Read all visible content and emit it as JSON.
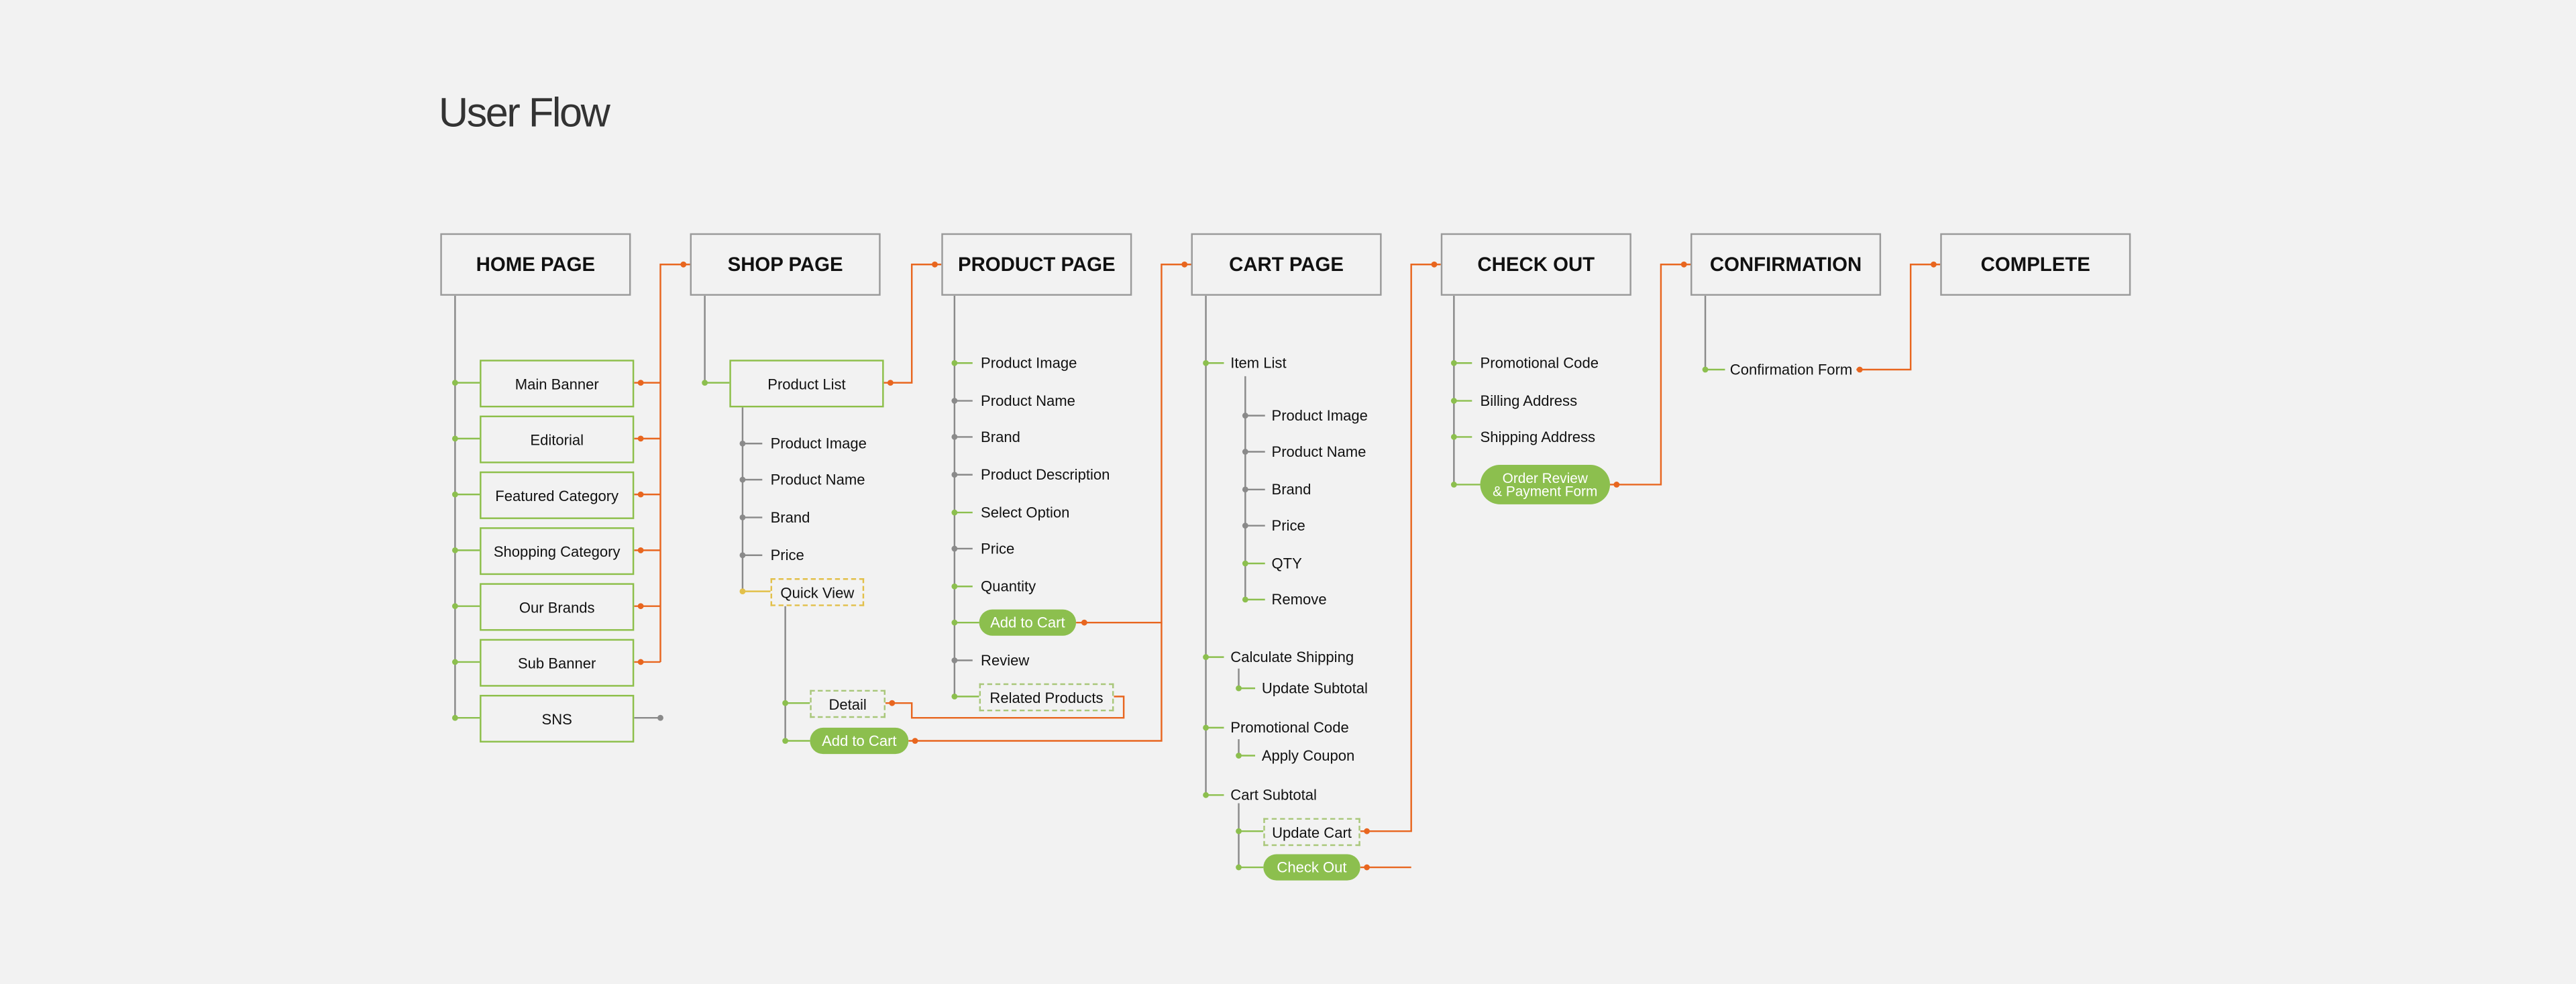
{
  "title": "User Flow",
  "pages": {
    "home": "HOME PAGE",
    "shop": "SHOP PAGE",
    "product": "PRODUCT PAGE",
    "cart": "CART PAGE",
    "checkout": "CHECK OUT",
    "confirmation": "CONFIRMATION",
    "complete": "COMPLETE"
  },
  "home": {
    "items": [
      "Main Banner",
      "Editorial",
      "Featured Category",
      "Shopping Category",
      "Our Brands",
      "Sub Banner",
      "SNS"
    ]
  },
  "shop": {
    "product_list": "Product List",
    "details": [
      "Product Image",
      "Product Name",
      "Brand",
      "Price"
    ],
    "quick_view": "Quick View",
    "detail": "Detail",
    "add_to_cart": "Add to Cart"
  },
  "product": {
    "items": [
      "Product Image",
      "Product Name",
      "Brand",
      "Product Description",
      "Select Option",
      "Price",
      "Quantity"
    ],
    "add_to_cart": "Add to Cart",
    "review": "Review",
    "related_products": "Related Products"
  },
  "cart": {
    "item_list": "Item List",
    "item_details": [
      "Product Image",
      "Product Name",
      "Brand",
      "Price",
      "QTY",
      "Remove"
    ],
    "calculate_shipping": "Calculate Shipping",
    "update_subtotal": "Update Subtotal",
    "promotional_code": "Promotional Code",
    "apply_coupon": "Apply Coupon",
    "cart_subtotal": "Cart Subtotal",
    "update_cart": "Update Cart",
    "check_out": "Check Out"
  },
  "checkout": {
    "items": [
      "Promotional Code",
      "Billing Address",
      "Shipping Address"
    ],
    "order_review_line1": "Order Review",
    "order_review_line2": "& Payment Form"
  },
  "confirmation": {
    "form": "Confirmation Form"
  },
  "colors": {
    "background": "#f2f2f2",
    "green": "#8cbf4e",
    "orange": "#e8661f",
    "gray_line": "#8a8a8a",
    "yellow": "#e2c04a"
  }
}
